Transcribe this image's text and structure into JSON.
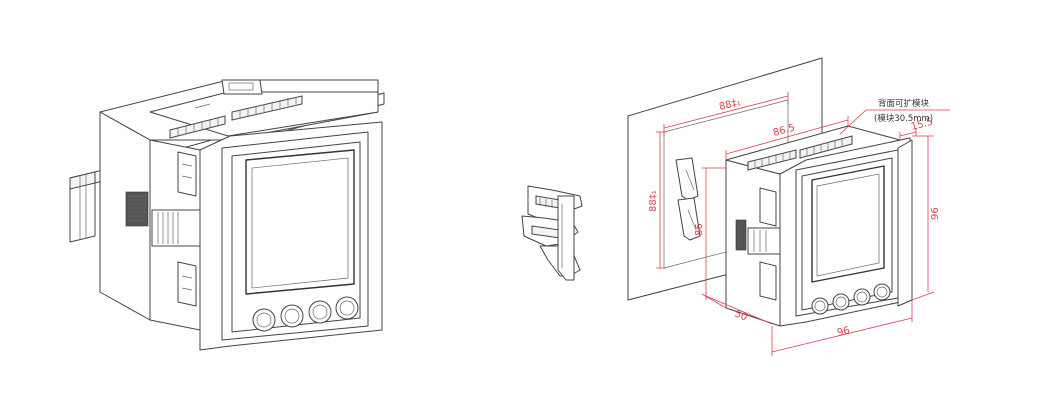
{
  "dimensions": {
    "cutout_width": "88‡₁",
    "cutout_height": "88‡₁",
    "bezel_depth": "15.5",
    "body_top_depth": "86.5",
    "body_height": "86",
    "front_height": "96",
    "front_width": "96",
    "rear_depth": "50"
  },
  "annotations": {
    "expansion_line1": "背面可扩模块",
    "expansion_line2": "(模块30.5mm)"
  },
  "colors": {
    "dimension": "#d9434f",
    "line": "#444444",
    "background": "#ffffff"
  }
}
